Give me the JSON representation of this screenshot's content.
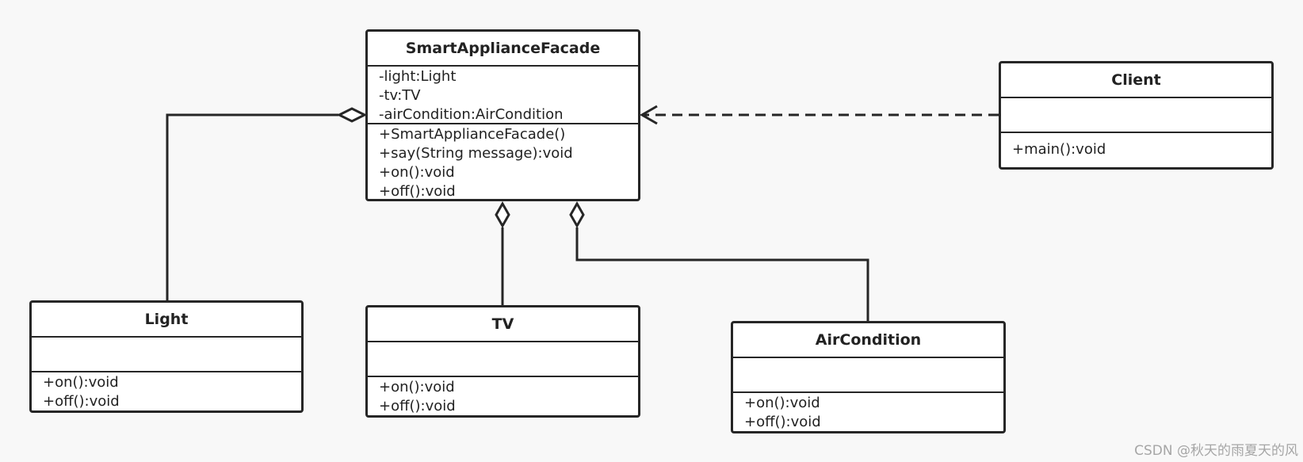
{
  "diagram": {
    "classes": {
      "facade": {
        "name": "SmartApplianceFacade",
        "attributes": [
          "-light:Light",
          "-tv:TV",
          "-airCondition:AirCondition"
        ],
        "operations": [
          "+SmartApplianceFacade()",
          "+say(String message):void",
          "+on():void",
          "+off():void"
        ]
      },
      "client": {
        "name": "Client",
        "attributes": [],
        "operations": [
          "+main():void"
        ]
      },
      "light": {
        "name": "Light",
        "attributes": [],
        "operations": [
          "+on():void",
          "+off():void"
        ]
      },
      "tv": {
        "name": "TV",
        "attributes": [],
        "operations": [
          "+on():void",
          "+off():void"
        ]
      },
      "aircondition": {
        "name": "AirCondition",
        "attributes": [],
        "operations": [
          "+on():void",
          "+off():void"
        ]
      }
    },
    "relations": [
      {
        "type": "aggregation",
        "from": "facade",
        "to": "light"
      },
      {
        "type": "aggregation",
        "from": "facade",
        "to": "tv"
      },
      {
        "type": "aggregation",
        "from": "facade",
        "to": "aircondition"
      },
      {
        "type": "dependency",
        "from": "client",
        "to": "facade"
      }
    ]
  },
  "watermark": "CSDN @秋天的雨夏天的风",
  "colors": {
    "background": "#f8f8f8",
    "line": "#262626",
    "box_fill": "#ffffff"
  }
}
